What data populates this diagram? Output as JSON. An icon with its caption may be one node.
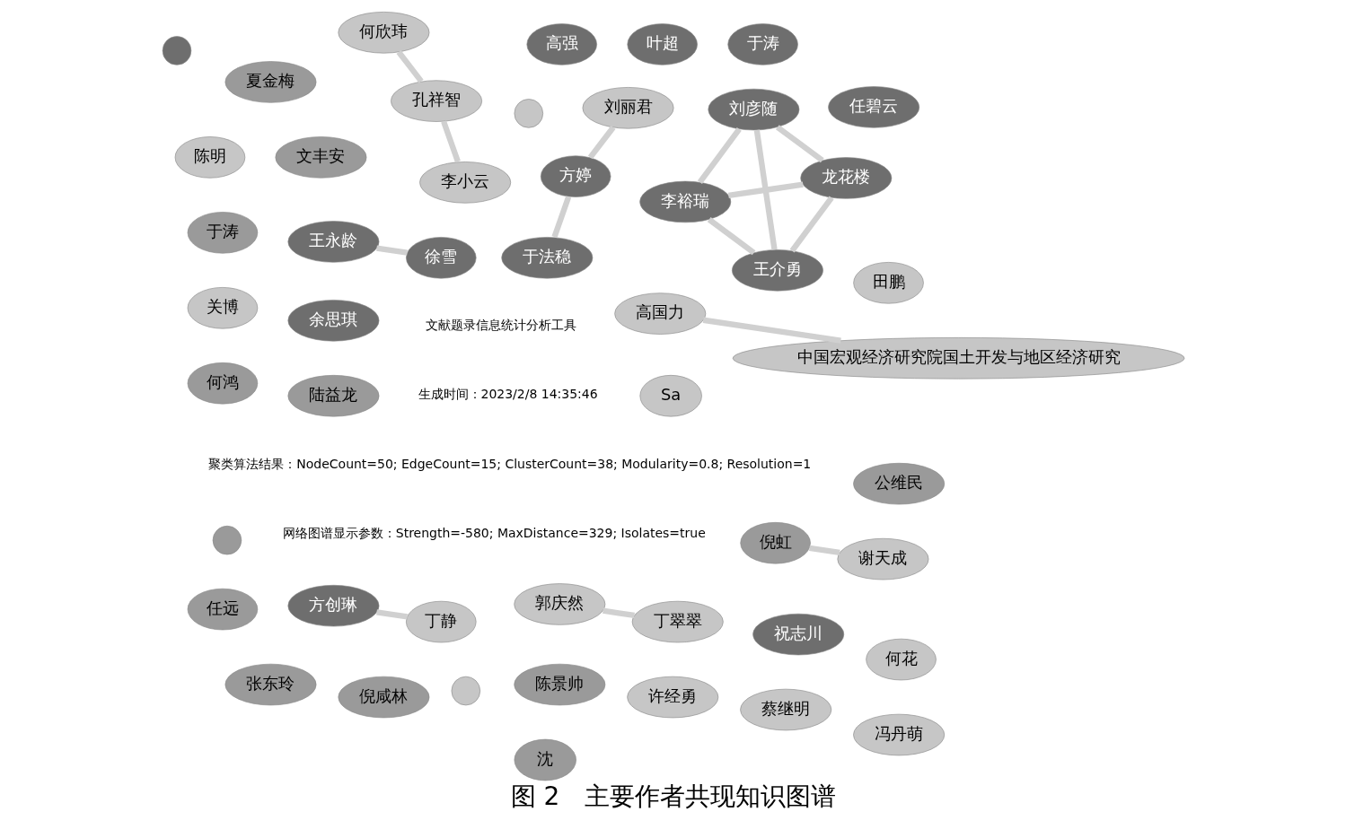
{
  "diagram": {
    "caption": "图 2　主要作者共现知识图谱",
    "nodes": [
      {
        "text": [
          "余思琪"
        ]
      },
      {
        "text": [
          "方婷"
        ]
      },
      {
        "text": [
          "刘丽君"
        ]
      },
      {
        "text": [
          "于涛"
        ]
      },
      {
        "text": [
          "于法稳"
        ]
      },
      {
        "text": [
          "陆益龙"
        ]
      },
      {
        "text": [
          "祝志川"
        ]
      },
      {
        "text": [
          "关博"
        ]
      },
      {
        "text": [
          "何鸿"
        ]
      },
      {
        "text": [
          "任远"
        ]
      },
      {
        "text": [
          "文丰安"
        ]
      },
      {
        "text": [
          "倪虹"
        ]
      },
      {
        "text": [
          "谢天成"
        ]
      },
      {
        "text": [
          "Sa"
        ]
      },
      {
        "text": [],
        "shape": "circle"
      },
      {
        "text": [
          "田鹏"
        ]
      },
      {
        "text": [
          "陈景帅"
        ]
      },
      {
        "text": [
          "张东玲"
        ]
      },
      {
        "text": [
          "高国力"
        ]
      },
      {
        "text": [
          "沈"
        ]
      },
      {
        "text": [
          "中国宏观经济研究院国土开发与地区经济研究"
        ]
      },
      {
        "text": [
          "李裕瑞"
        ]
      },
      {
        "text": [
          "龙花楼"
        ]
      },
      {
        "text": [
          "王介勇"
        ]
      },
      {
        "text": [
          "刘彦随"
        ]
      },
      {
        "text": [
          "许经勇"
        ]
      },
      {
        "text": [],
        "shape": "circle"
      },
      {
        "text": [
          "陈明"
        ]
      },
      {
        "text": [
          "何欣玮"
        ]
      },
      {
        "text": [
          "郭庆然"
        ]
      },
      {
        "text": [
          "王永龄"
        ]
      },
      {
        "text": [
          "徐雪"
        ]
      },
      {
        "text": [
          "孔祥智"
        ]
      },
      {
        "text": [
          "丁翠翠"
        ]
      },
      {
        "text": [
          "李小云"
        ]
      },
      {
        "text": [
          "倪咸林"
        ]
      },
      {
        "text": [
          "蔡继明"
        ]
      },
      {
        "text": [],
        "shape": "circle"
      },
      {
        "text": [
          "任碧云"
        ]
      },
      {
        "text": [
          "夏金梅"
        ]
      },
      {
        "text": [
          "冯丹萌"
        ]
      },
      {
        "text": [
          "方创琳"
        ]
      },
      {
        "text": [
          "丁静"
        ]
      },
      {
        "text": [
          "何花"
        ]
      },
      {
        "text": [
          "于涛"
        ]
      },
      {
        "text": [
          "叶超"
        ]
      },
      {
        "text": [
          "公维民"
        ]
      },
      {
        "text": [
          "高强"
        ]
      },
      {
        "text": [],
        "shape": "circle"
      }
    ],
    "edges": [
      {
        "from": 1,
        "to": 4,
        "arrow": "none"
      },
      {
        "from": 1,
        "to": 2,
        "arrow": "none"
      },
      {
        "from": 11,
        "to": 12,
        "arrow": "none"
      },
      {
        "from": 18,
        "to": 20,
        "arrow": "none"
      },
      {
        "from": 22,
        "to": 21,
        "arrow": "none"
      },
      {
        "from": 22,
        "to": 23,
        "arrow": "none"
      },
      {
        "from": 22,
        "to": 24,
        "arrow": "none"
      },
      {
        "from": 21,
        "to": 24,
        "arrow": "none"
      },
      {
        "from": 21,
        "to": 23,
        "arrow": "none"
      },
      {
        "from": 23,
        "to": 24,
        "arrow": "none"
      },
      {
        "from": 28,
        "to": 32,
        "arrow": "none"
      },
      {
        "from": 32,
        "to": 34,
        "arrow": "none"
      },
      {
        "from": 33,
        "to": 29,
        "arrow": "none"
      },
      {
        "from": 30,
        "to": 31,
        "arrow": "none"
      },
      {
        "from": 41,
        "to": 42,
        "arrow": "none"
      }
    ],
    "labels": [
      "网络图谱显示参数：Strength=-580; MaxDistance=329; Isolates=true",
      "聚类算法结果：NodeCount=50; EdgeCount=15; ClusterCount=38; Modularity=0.8; Resolution=1",
      "生成时间：2023/2/8 14:35:46",
      "文献题录信息统计分析工具"
    ]
  }
}
